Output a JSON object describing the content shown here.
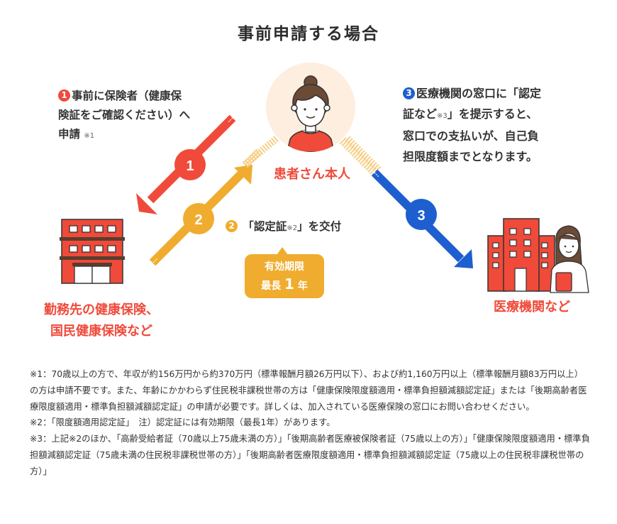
{
  "title": "事前申請する場合",
  "colors": {
    "red": "#f04a3a",
    "orange": "#f0ac2e",
    "blue": "#1e5fcf",
    "peach": "#fdeee0",
    "text": "#333333"
  },
  "step1": {
    "number": "1",
    "text_lines": [
      "事前に保険者（健康保",
      "険証をご確認ください）へ",
      "申請"
    ],
    "note": "※1",
    "arrow_label": "1"
  },
  "step2": {
    "number": "2",
    "text_pre": "「認定証",
    "note": "※2",
    "text_post": "」を交付",
    "arrow_label": "2",
    "badge": {
      "line1": "有効期限",
      "line2_pre": "最長",
      "line2_num": "1",
      "line2_post": "年"
    }
  },
  "step3": {
    "number": "3",
    "text_line1": "医療機関の窓口に「認定",
    "text_line2_pre": "証など",
    "note": "※3",
    "text_line2_post": "」を提示すると、",
    "text_line3": "窓口での支払いが、自己負",
    "text_line4": "担限度額までとなります。",
    "arrow_label": "3"
  },
  "patient": {
    "label": "患者さん本人",
    "icon": "woman-avatar-icon"
  },
  "insurer": {
    "label_line1": "勤務先の健康保険、",
    "label_line2": "国民健康保険など",
    "icon": "office-building-icon"
  },
  "hospital": {
    "label": "医療機関など",
    "icon": "hospital-with-nurse-icon"
  },
  "footnotes": [
    "※1：70歳以上の方で、年収が約156万円から約370万円（標準報酬月額26万円以下）、および約1,160万円以上（標準報酬月額83万円以上）の方は申請不要です。また、年齢にかかわらず住民税非課税世帯の方は「健康保険限度額適用・標準負担額減額認定証」または「後期高齢者医療限度額適用・標準負担額減額認定証」の申請が必要です。詳しくは、加入されている医療保険の窓口にお問い合わせください。",
    "※2：「限度額適用認定証」　注）認定証には有効期限（最長1年）があります。",
    "※3：上記※2のほか、「高齢受給者証（70歳以上75歳未満の方）」「後期高齢者医療被保険者証（75歳以上の方）」「健康保険限度額適用・標準負担額減額認定証（75歳未満の住民税非課税世帯の方）」「後期高齢者医療限度額適用・標準負担額減額認定証（75歳以上の住民税非課税世帯の方）」"
  ]
}
